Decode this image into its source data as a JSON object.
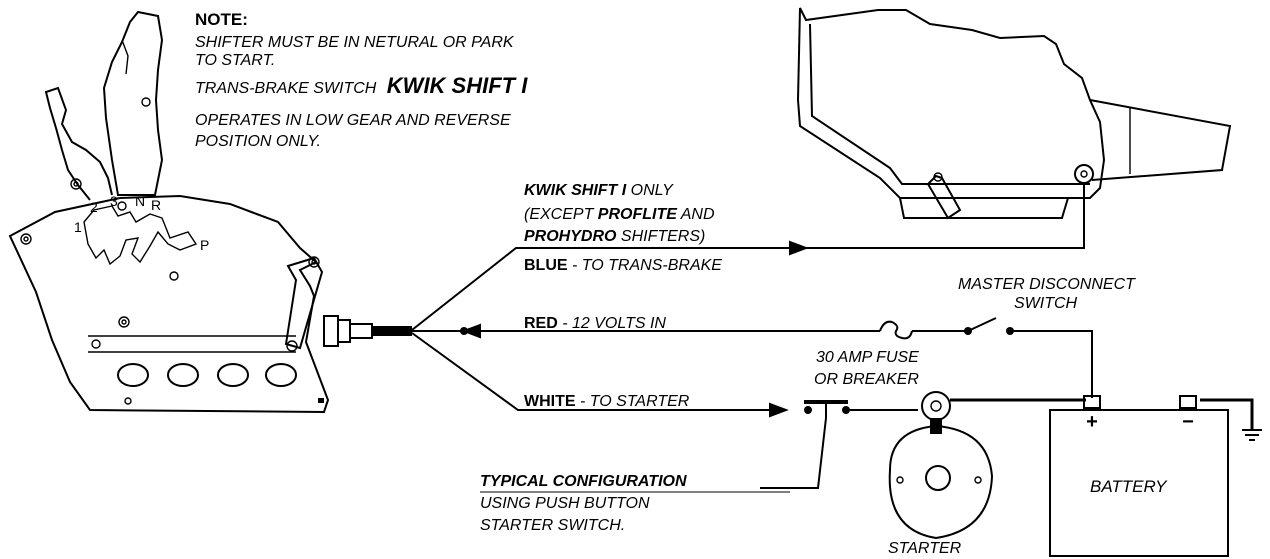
{
  "note": {
    "heading": "NOTE:",
    "line1": "SHIFTER MUST BE IN NETURAL OR PARK",
    "line2": "TO START.",
    "line3_prefix": "TRANS-BRAKE SWITCH",
    "line3_brand": "KWIK SHIFT I",
    "line4": "OPERATES IN LOW GEAR  AND REVERSE",
    "line5": "POSITION ONLY."
  },
  "kwik_note": {
    "brand": "KWIK SHIFT I",
    "only": " ONLY",
    "except_prefix": "(EXCEPT ",
    "proflite": "PROFLITE",
    "and": " AND",
    "prohydro": "PROHYDRO",
    "shifters": " SHIFTERS)"
  },
  "wires": {
    "blue_name": "BLUE",
    "blue_desc": " - TO TRANS-BRAKE",
    "red_name": "RED",
    "red_desc": " - 12 VOLTS IN",
    "white_name": "WHITE",
    "white_desc": " - TO STARTER"
  },
  "components": {
    "master_line1": "MASTER DISCONNECT",
    "master_line2": "SWITCH",
    "fuse_line1": "30 AMP FUSE",
    "fuse_line2": "OR BREAKER",
    "starter": "STARTER",
    "battery": "BATTERY",
    "battery_pos": "+",
    "battery_neg": "−"
  },
  "shifter_gates": {
    "g1": "1",
    "g2": "2",
    "g3": "3",
    "gn": "N",
    "gr": "R",
    "gp": "P"
  },
  "config": {
    "title": "TYPICAL CONFIGURATION",
    "line2": "USING PUSH BUTTON",
    "line3": " STARTER SWITCH."
  }
}
